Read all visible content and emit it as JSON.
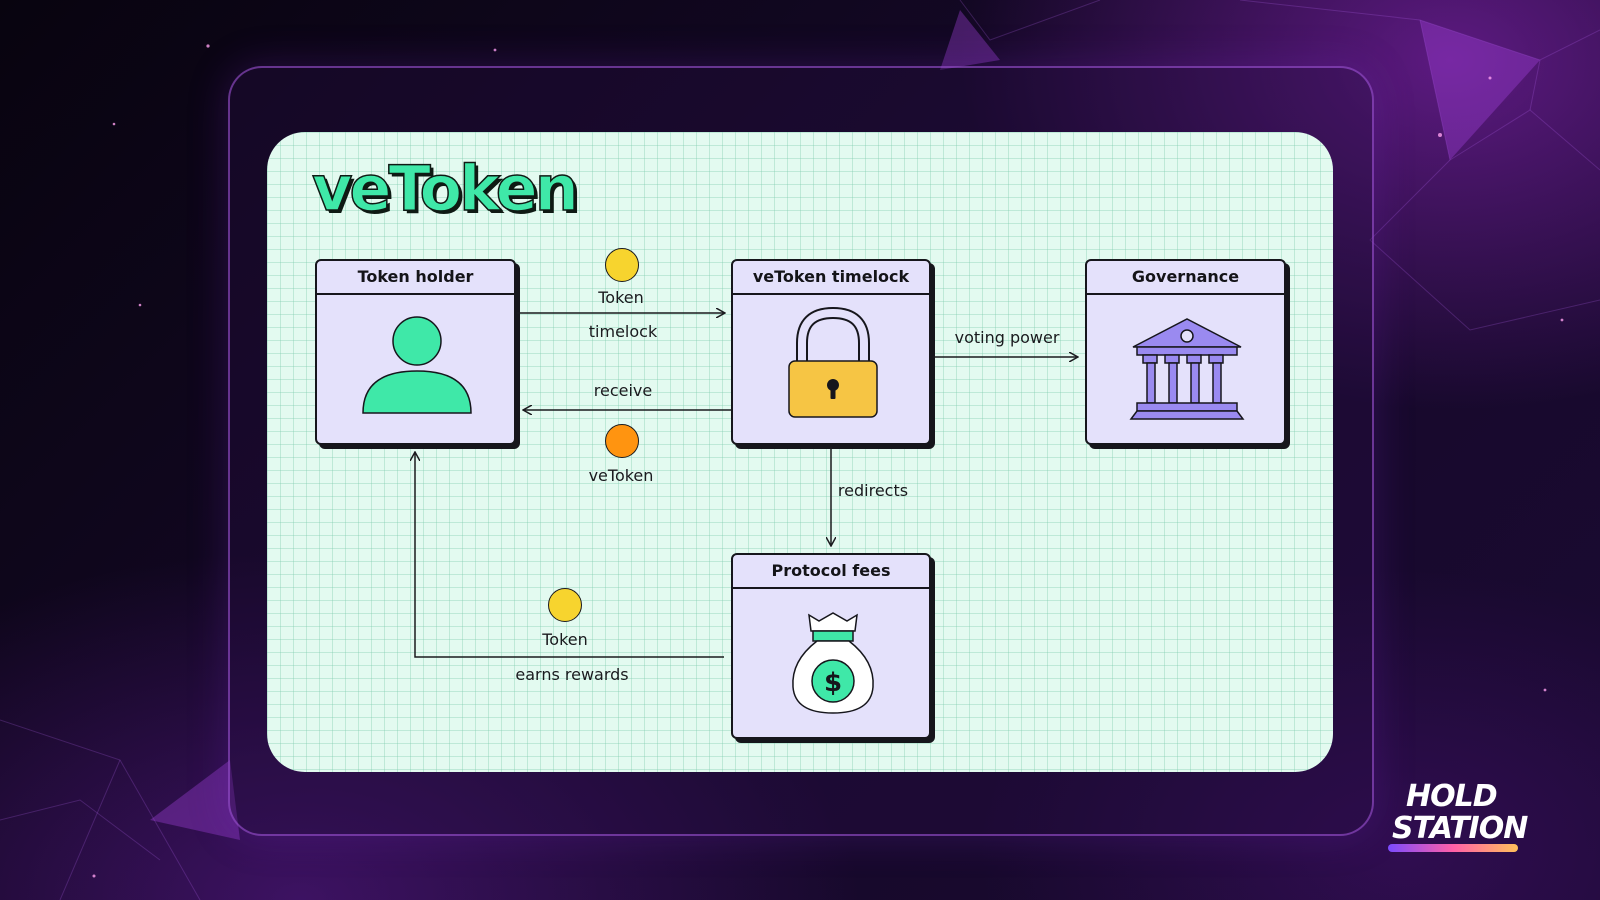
{
  "diagram": {
    "title": "veToken",
    "nodes": {
      "token_holder": "Token holder",
      "timelock": "veToken timelock",
      "governance": "Governance",
      "protocol_fees": "Protocol fees"
    },
    "edges": {
      "token_to_timelock": {
        "coin": "Token",
        "label": "timelock"
      },
      "vetoken_to_holder": {
        "label": "receive",
        "coin": "veToken"
      },
      "timelock_to_governance": {
        "label": "voting power"
      },
      "timelock_to_fees": {
        "label": "redirects"
      },
      "fees_to_holder": {
        "coin": "Token",
        "label": "earns rewards"
      }
    },
    "colors": {
      "accent_green": "#3fe8a8",
      "token_coin": "#f7d42e",
      "vetoken_coin": "#ff9410",
      "lock_body": "#f6c544",
      "bank": "#9a8af0",
      "box_fill": "#e4e1fb",
      "board": "#e3faf0"
    },
    "icons": {
      "token_holder": "user-icon",
      "timelock": "padlock-icon",
      "governance": "bank-icon",
      "protocol_fees": "money-bag-icon"
    }
  },
  "brand": {
    "line1": "HOLD",
    "line2": "STATION"
  }
}
